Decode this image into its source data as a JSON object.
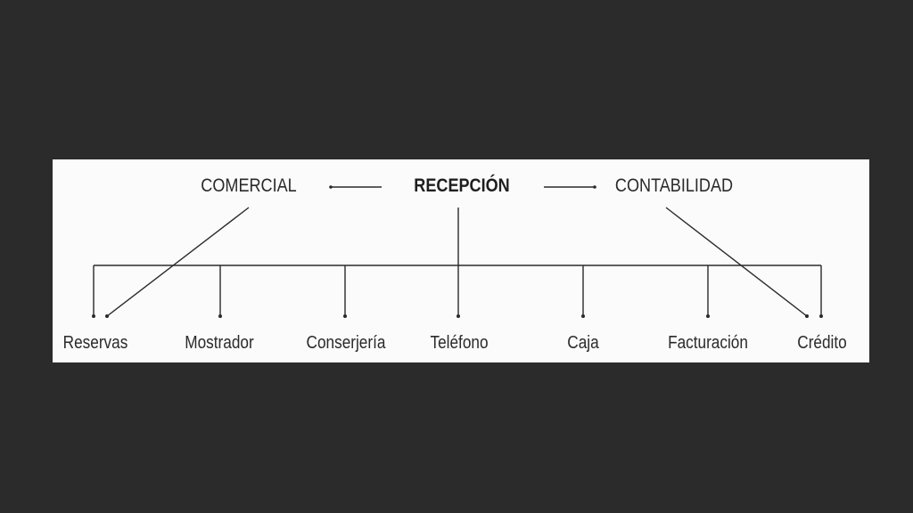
{
  "diagram": {
    "top": {
      "left": "COMERCIAL",
      "center": "RECEPCIÓN",
      "right": "CONTABILIDAD"
    },
    "departments": [
      "Reservas",
      "Mostrador",
      "Conserjería",
      "Teléfono",
      "Caja",
      "Facturación",
      "Crédito"
    ],
    "colors": {
      "background": "#2b2b2b",
      "panel": "#fbfbfb",
      "line": "#2a2a2a"
    }
  }
}
